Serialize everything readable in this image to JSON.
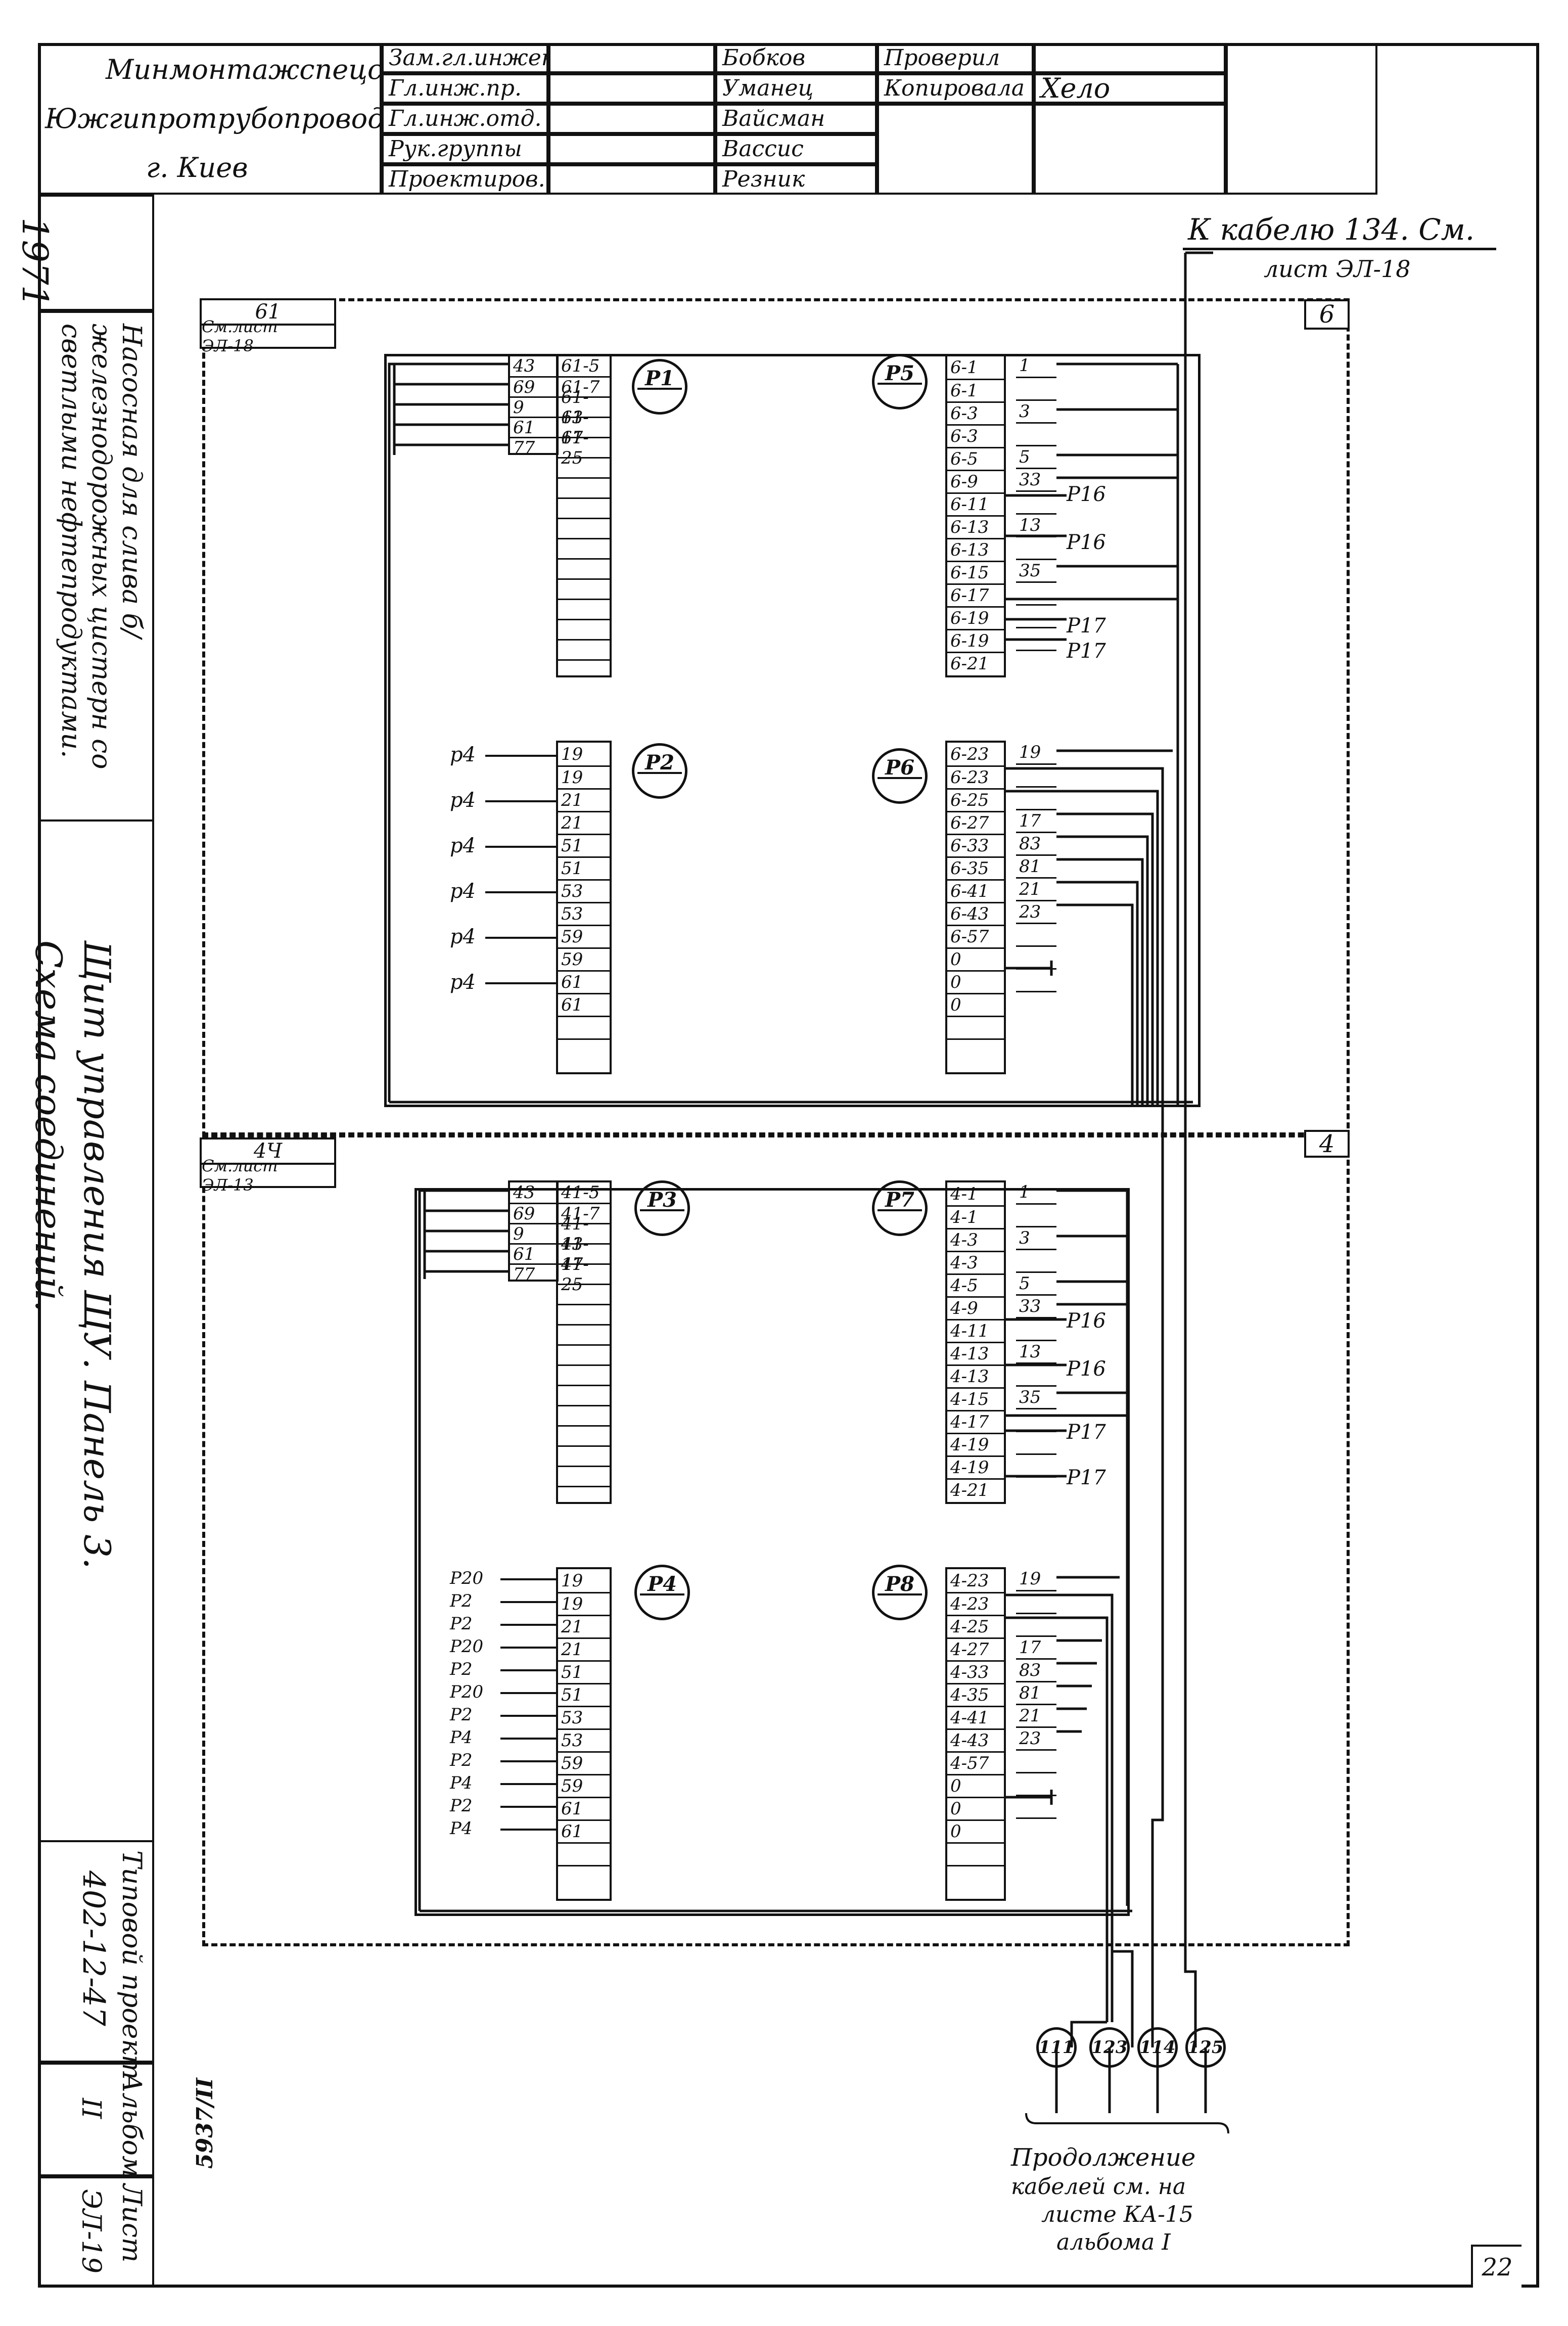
{
  "title_block": {
    "org_lines": [
      "Минмонтажспецстрой",
      "Южгипротрубопровод",
      "г. Киев"
    ],
    "roles": [
      "Зам.гл.инженер",
      "Гл.инж.пр.",
      "Гл.инж.отд.",
      "Рук.группы",
      "Проектиров."
    ],
    "names": [
      "Бобков",
      "Уманец",
      "Вайсман",
      "Вассис",
      "Резник"
    ],
    "extra_role": "Проверил",
    "extra_role2": "Копировала",
    "copied_name": "Хело"
  },
  "sidebar": {
    "year": "1971",
    "project_title": "Насосная для слива б/железнодорожных цистерн со светлыми нефтепродуктами.",
    "sheet_title": "Щит управления ЩУ. Панель 3. Схема соединений.",
    "project_type": "Типовой проект",
    "project_number": "402-12-47",
    "album_label": "Альбом",
    "album_value": "II",
    "sheet_label": "Лист",
    "sheet_value": "ЭЛ-19",
    "archive_number": "5937/II"
  },
  "header_cable": {
    "line1": "К кабелю 134. См.",
    "line2": "лист ЭЛ-18"
  },
  "upper": {
    "tag_num": "61",
    "tag_ref": "См.лист ЭЛ-18",
    "corner": "6",
    "relays": [
      "Р1",
      "Р5",
      "Р2",
      "Р6"
    ],
    "p1_left": [
      "43",
      "69",
      "9",
      "61",
      "77"
    ],
    "p1_right": [
      "61-5",
      "61-7",
      "61-13",
      "61-17",
      "61-25"
    ],
    "p5_terms": [
      "6-1",
      "6-1",
      "6-3",
      "6-3",
      "6-5",
      "6-9",
      "6-11",
      "6-13",
      "6-13",
      "6-15",
      "6-17",
      "6-19",
      "6-19",
      "6-21"
    ],
    "p5_wires": [
      "1",
      "",
      "3",
      "",
      "5",
      "33",
      "",
      "13",
      "",
      "35",
      "",
      "",
      "",
      ""
    ],
    "p5_ext": [
      "Р16",
      "Р16",
      "Р17",
      "Р17"
    ],
    "p2_terms": [
      "19",
      "19",
      "21",
      "21",
      "51",
      "51",
      "53",
      "53",
      "59",
      "59",
      "61",
      "61"
    ],
    "p2_ext": [
      "р4",
      "р4",
      "р4",
      "р4",
      "р4",
      "р4"
    ],
    "p6_terms": [
      "6-23",
      "6-23",
      "6-25",
      "6-27",
      "6-33",
      "6-35",
      "6-41",
      "6-43",
      "6-57",
      "0",
      "0",
      "0"
    ],
    "p6_wires": [
      "19",
      "",
      "",
      "17",
      "83",
      "81",
      "21",
      "23",
      "",
      "",
      "",
      ""
    ]
  },
  "lower": {
    "tag_num": "4Ч",
    "tag_ref": "См.лист ЭЛ-13",
    "corner": "4",
    "relays": [
      "Р3",
      "Р7",
      "Р4",
      "Р8"
    ],
    "p3_left": [
      "43",
      "69",
      "9",
      "61",
      "77"
    ],
    "p3_right": [
      "41-5",
      "41-7",
      "41-13",
      "41-17",
      "41-25"
    ],
    "p7_terms": [
      "4-1",
      "4-1",
      "4-3",
      "4-3",
      "4-5",
      "4-9",
      "4-11",
      "4-13",
      "4-13",
      "4-15",
      "4-17",
      "4-19",
      "4-19",
      "4-21"
    ],
    "p7_wires": [
      "1",
      "",
      "3",
      "",
      "5",
      "33",
      "",
      "13",
      "",
      "35",
      "",
      "",
      "",
      ""
    ],
    "p7_ext": [
      "Р16",
      "Р16",
      "Р17",
      "Р17"
    ],
    "p4_terms": [
      "19",
      "19",
      "21",
      "21",
      "51",
      "51",
      "53",
      "53",
      "59",
      "59",
      "61",
      "61"
    ],
    "p4_ext": [
      "Р20",
      "Р2",
      "Р2",
      "Р20",
      "Р2",
      "Р20",
      "Р2",
      "Р4",
      "Р2",
      "Р4",
      "Р2",
      "Р4"
    ],
    "p8_terms": [
      "4-23",
      "4-23",
      "4-25",
      "4-27",
      "4-33",
      "4-35",
      "4-41",
      "4-43",
      "4-57",
      "0",
      "0",
      "0"
    ],
    "p8_wires": [
      "19",
      "",
      "",
      "17",
      "83",
      "81",
      "21",
      "23",
      "",
      "",
      "",
      ""
    ]
  },
  "cables": [
    "111",
    "123",
    "114",
    "125"
  ],
  "continuation_note": [
    "Продолжение",
    "кабелей см. на",
    "листе КА-15",
    "альбома I"
  ],
  "page_number": "22"
}
